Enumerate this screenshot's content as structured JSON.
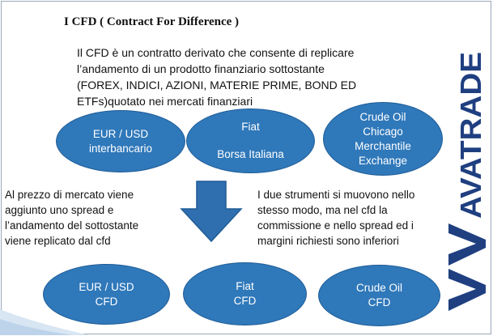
{
  "title": "I CFD ( Contract For Difference )",
  "intro_lines": [
    "Il CFD è un contratto derivato  che consente di replicare",
    "l’andamento di un prodotto finanziario sottostante",
    "(FOREX, INDICI, AZIONI, MATERIE PRIME, BOND ED",
    "ETFs)quotato nei mercati finanziari"
  ],
  "top_ellipses": [
    {
      "lines": [
        "EUR / USD",
        "interbancario"
      ]
    },
    {
      "lines": [
        "Fiat",
        "Borsa Italiana"
      ]
    },
    {
      "lines": [
        "Crude Oil",
        "Chicago",
        "Merchantile",
        "Exchange"
      ]
    }
  ],
  "left_note_lines": [
    "Al prezzo di mercato viene",
    "aggiunto uno spread e",
    "l’andamento del sottostante",
    "viene replicato dal cfd"
  ],
  "right_note_lines": [
    "I due strumenti si muovono nello",
    "stesso modo, ma nel cfd la",
    "commissione e nello spread ed i",
    "margini richiesti sono inferiori"
  ],
  "bottom_ellipses": [
    {
      "lines": [
        "EUR / USD",
        "CFD"
      ]
    },
    {
      "lines": [
        "Fiat",
        "CFD"
      ]
    },
    {
      "lines": [
        "Crude Oil",
        "CFD"
      ]
    }
  ],
  "brand": {
    "logo_text": "AVATRADE",
    "color": "#1f3f80"
  },
  "colors": {
    "ellipse_fill": "#2f78ba",
    "arrow_fill": "#2f6fb0"
  }
}
